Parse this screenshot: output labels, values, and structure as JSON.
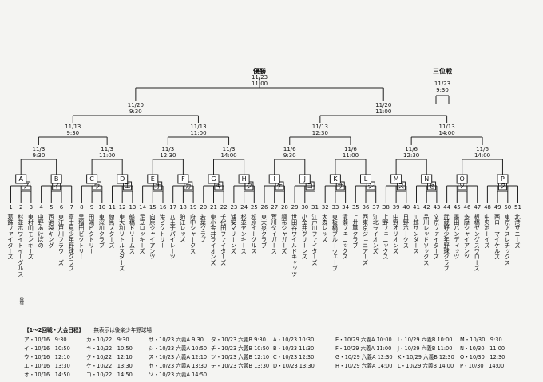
{
  "title_final": "優勝",
  "title_third": "三位戦",
  "final_match": {
    "date": "11/23",
    "time": "11:00"
  },
  "third_match": {
    "date": "11/23",
    "time": "9:30"
  },
  "semis": [
    {
      "date": "11/20",
      "time": "9:30"
    },
    {
      "date": "11/20",
      "time": "11:00"
    }
  ],
  "quarters": [
    {
      "date": "11/13",
      "time": "9:30"
    },
    {
      "date": "11/13",
      "time": "11:00"
    },
    {
      "date": "11/13",
      "time": "12:30"
    },
    {
      "date": "11/13",
      "time": "14:00"
    }
  ],
  "round3": [
    {
      "date": "11/3",
      "time": "9:30"
    },
    {
      "date": "11/3",
      "time": "11:00"
    },
    {
      "date": "11/3",
      "time": "12:30"
    },
    {
      "date": "11/3",
      "time": "14:00"
    },
    {
      "date": "11/6",
      "time": "9:30"
    },
    {
      "date": "11/6",
      "time": "11:00"
    },
    {
      "date": "11/6",
      "time": "12:30"
    },
    {
      "date": "11/6",
      "time": "14:00"
    }
  ],
  "boxes": [
    "A",
    "B",
    "C",
    "D",
    "E",
    "F",
    "G",
    "H",
    "I",
    "J",
    "K",
    "L",
    "M",
    "N",
    "O",
    "P"
  ],
  "kana": [
    "ア",
    "イ",
    "ウ",
    "エ",
    "オ",
    "カ",
    "キ",
    "ク",
    "ケ",
    "コ",
    "サ",
    "シ",
    "ス",
    "セ",
    "ソ",
    "タ",
    "チ",
    "ツ",
    "テ",
    "ト"
  ],
  "teams": [
    {
      "no": "1",
      "name": "葛飾ファイターズ"
    },
    {
      "no": "2",
      "name": "杉並ホワイトイーグルス",
      "sub": "荻窪"
    },
    {
      "no": "3",
      "name": "東村山モンキーズ"
    },
    {
      "no": "4",
      "name": "中野あけぼの"
    },
    {
      "no": "5",
      "name": "西池袋キング"
    },
    {
      "no": "6",
      "name": "東江戸川フラワーズ"
    },
    {
      "no": "7",
      "name": "富士見少年野球クラブ"
    },
    {
      "no": "8",
      "name": "早稲田ビクトリー"
    },
    {
      "no": "9",
      "name": "田端ビクトリー"
    },
    {
      "no": "10",
      "name": "東深川クラブ"
    },
    {
      "no": "11",
      "name": "練馬スターズ"
    },
    {
      "no": "12",
      "name": "東大和リトルスターズ"
    },
    {
      "no": "13",
      "name": "船橋ドリームス"
    },
    {
      "no": "14",
      "name": "足立ロッキーズ"
    },
    {
      "no": "15",
      "name": "向原ジャイアンツ"
    },
    {
      "no": "16",
      "name": "港ビクトリー"
    },
    {
      "no": "17",
      "name": "八王子パイレーツ"
    },
    {
      "no": "18",
      "name": "狛江レッズ"
    },
    {
      "no": "19",
      "name": "府中シャークス"
    },
    {
      "no": "20",
      "name": "若葉クラブ"
    },
    {
      "no": "21",
      "name": "東小金井ライオンズ"
    },
    {
      "no": "22",
      "name": "千代田ファイターズ"
    },
    {
      "no": "23",
      "name": "浦安マリーンズ"
    },
    {
      "no": "24",
      "name": "杉並ヤンキース"
    },
    {
      "no": "25",
      "name": "松原イーグルス"
    },
    {
      "no": "26",
      "name": "東大泉クラブ"
    },
    {
      "no": "27",
      "name": "荒川タイガース"
    },
    {
      "no": "28",
      "name": "調布ジャガーズ"
    },
    {
      "no": "29",
      "name": "世田谷ワイルドキャッツ"
    },
    {
      "no": "30",
      "name": "小金井グリーンズ"
    },
    {
      "no": "31",
      "name": "江戸川ファイターズ"
    },
    {
      "no": "32",
      "name": "大森レッズ"
    },
    {
      "no": "33",
      "name": "東板橋ブルーウェーブ"
    },
    {
      "no": "34",
      "name": "清瀬フェニックス"
    },
    {
      "no": "35",
      "name": "上井草クラブ"
    },
    {
      "no": "36",
      "name": "西東京ジュニアーズ"
    },
    {
      "no": "37",
      "name": "江北ライオンズ"
    },
    {
      "no": "38",
      "name": "上野フェニックス"
    },
    {
      "no": "39",
      "name": "中野オリオンズ"
    },
    {
      "no": "40",
      "name": "日野ホークス"
    },
    {
      "no": "41",
      "name": "川越サンダース"
    },
    {
      "no": "42",
      "name": "品川レッドソックス"
    },
    {
      "no": "43",
      "name": "文京ファイターズ"
    },
    {
      "no": "44",
      "name": "武蔵野少年野球クラブ"
    },
    {
      "no": "45",
      "name": "墨田バンディッツ"
    },
    {
      "no": "46",
      "name": "多摩ジャイアンツ"
    },
    {
      "no": "47",
      "name": "板橋ヤングスワローズ"
    },
    {
      "no": "48",
      "name": "中央ボーイズ"
    },
    {
      "no": "49",
      "name": "西ローマイケルズ"
    },
    {
      "no": "50",
      "name": "東京アスレチックス"
    },
    {
      "no": "51",
      "name": "北港サニーズ"
    }
  ],
  "schedule": {
    "heading": "【1～2回戦・大会日程】",
    "note": "無表示は後楽少年野球場",
    "cols": [
      [
        "ア・10/16　9:30",
        "イ・10/16　10:50",
        "ウ・10/16　12:10",
        "エ・10/16　13:30",
        "オ・10/16　14:50"
      ],
      [
        "カ・10/22　9:30",
        "キ・10/22　10:50",
        "ク・10/22　12:10",
        "ケ・10/22　13:30",
        "コ・10/22　14:50"
      ],
      [
        "サ・10/23 六義A 9:30",
        "シ・10/23 六義A 10:50",
        "ス・10/23 六義A 12:10",
        "セ・10/23 六義A 13:30",
        "ソ・10/23 六義A 14:50"
      ],
      [
        "タ・10/23 六義B 9:30",
        "チ・10/23 六義B 10:50",
        "ツ・10/23 六義B 12:10",
        "テ・10/23 六義B 13:30"
      ],
      [
        "A・10/23 10:30",
        "B・10/23 11:30",
        "C・10/23 12:30",
        "D・10/23 13:30"
      ],
      [
        "E・10/29 六義A 10:00",
        "F・10/29 六義A 11:00",
        "G・10/29 六義A 12:30",
        "H・10/29 六義A 14:00"
      ],
      [
        "I・10/29 六義B 10:00",
        "J・10/29 六義B 11:00",
        "K・10/29 六義B 12:30",
        "L・10/29 六義B 14:00"
      ],
      [
        "M・10/30　9:30",
        "N・10/30　11:00",
        "O・10/30　12:30",
        "P・10/30　14:00"
      ]
    ]
  }
}
